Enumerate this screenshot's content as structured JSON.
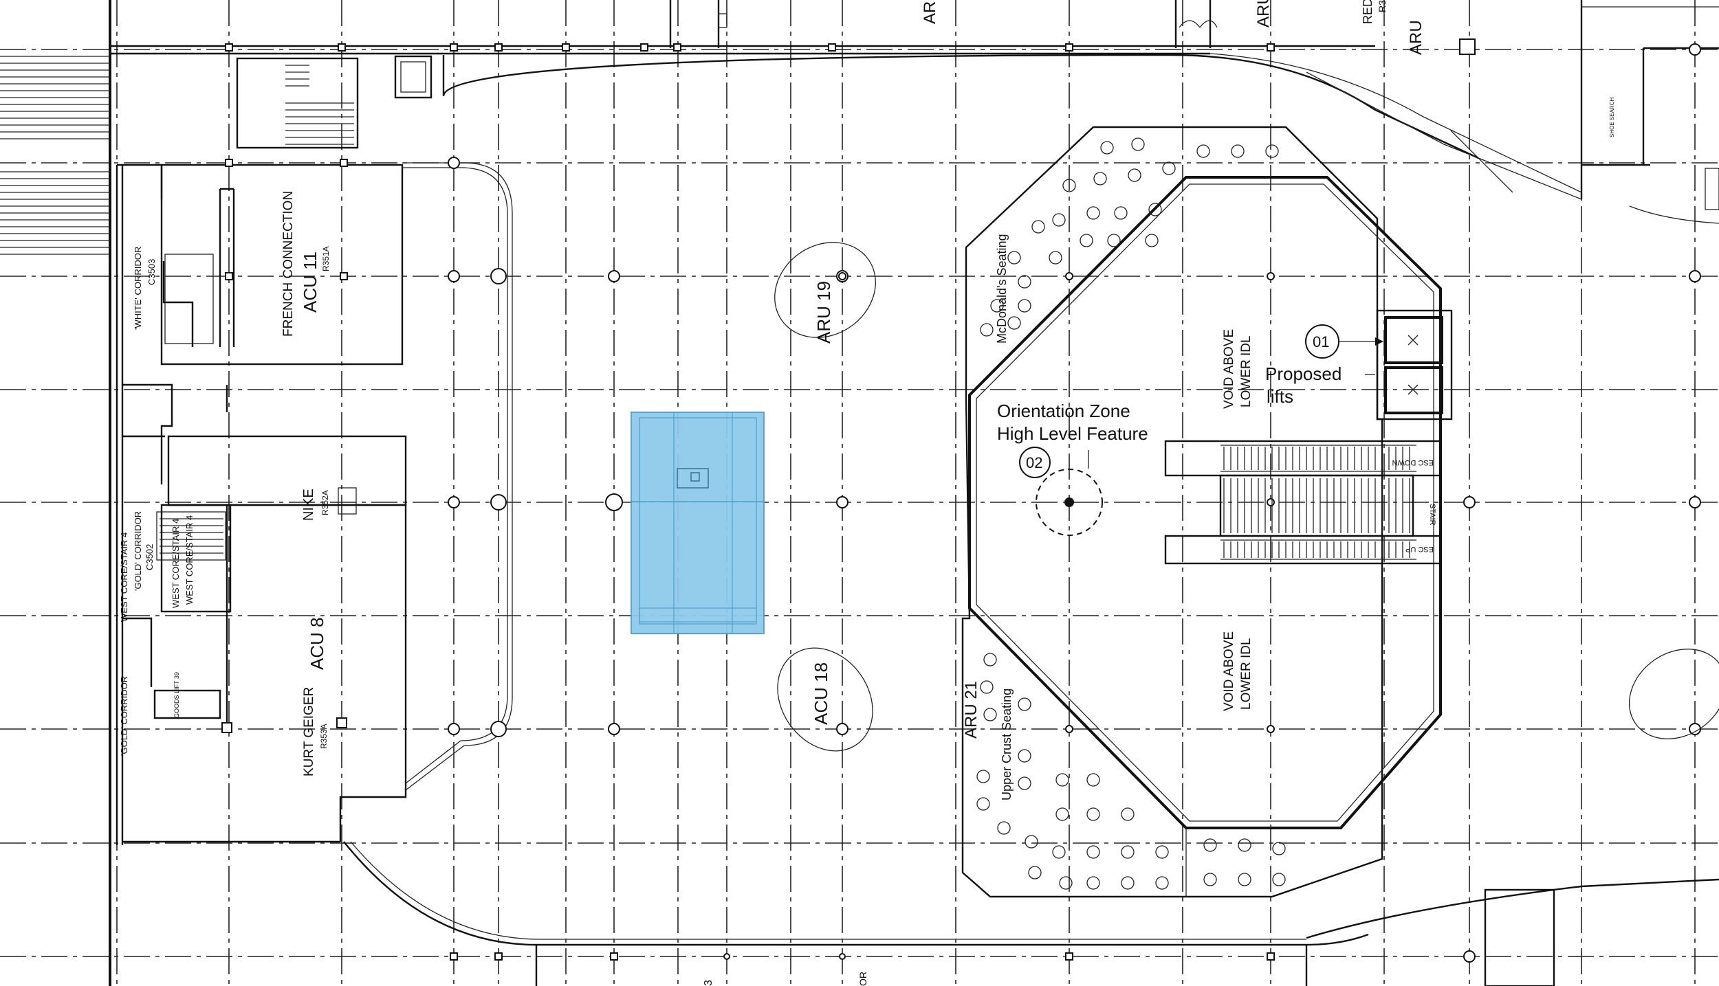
{
  "labels": {
    "french_connection": "FRENCH CONNECTION",
    "acu11": "ACU 11",
    "r351a": "R351A",
    "nike": "NIKE",
    "r352a": "R352A",
    "acu8": "ACU 8",
    "kurt_geiger": "KURT GEIGER",
    "r353a": "R353A",
    "white_corridor": "'WHITE' CORRIDOR",
    "c3503": "C3503",
    "west_core_stair_gold": "WEST CORE/STAIR 4",
    "gold_corridor_c3502": "'GOLD' CORRIDOR",
    "c3502": "C3502",
    "west_core_stair_1": "WEST CORE/STAIR 4",
    "west_core_stair_2": "WEST CORE/STAIR 4",
    "goods_lift": "GOODS LIFT 39",
    "gold_corridor": "'GOLD' CORRIDOR",
    "aru19": "ARU 19",
    "acu18": "ACU 18",
    "aru21": "ARU 21",
    "mcdonalds": "McDonald's Seating",
    "upper_crust": "Upper Crust Seating",
    "orientation_line1": "Orientation Zone",
    "orientation_line2": "High Level Feature",
    "tag02": "02",
    "tag01": "01",
    "proposed1": "Proposed",
    "proposed2": "lifts",
    "void1_a": "VOID ABOVE",
    "void1_b": "LOWER IDL",
    "void2_a": "VOID ABOVE",
    "void2_b": "LOWER IDL",
    "esc_down": "ESC DOWN",
    "esc_up": "ESC UP",
    "stair": "STAIR",
    "shoe_search": "SHOE SEARCH",
    "aru_top": "ARU",
    "red_top": "RED",
    "r3_top": "R3"
  },
  "colors": {
    "highlight_fill": "#8ecbea",
    "highlight_stroke": "#4f9fcf",
    "line": "#111111"
  }
}
